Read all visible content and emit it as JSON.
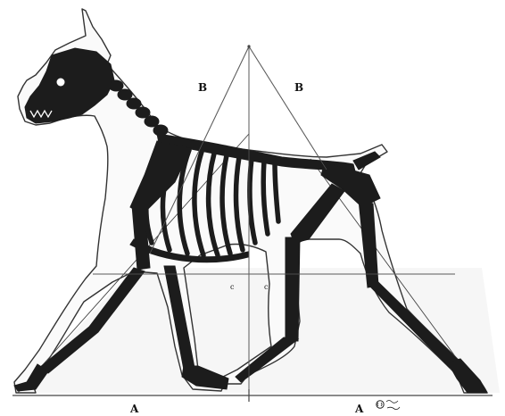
{
  "diagram": {
    "labels": {
      "a_left": "A",
      "a_right": "A",
      "b_left": "B",
      "b_right": "B",
      "c_left": "c",
      "c_right": "c"
    },
    "colors": {
      "background": "#ffffff",
      "outline": "#333333",
      "bone": "#1c1c1c",
      "shadow": "#e4e4e4",
      "construction_line": "#444444"
    }
  }
}
